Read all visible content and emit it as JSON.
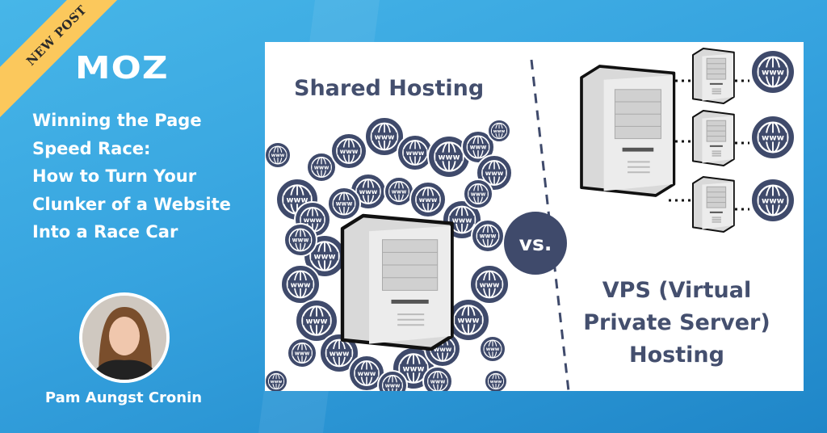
{
  "badge": "NEW POST",
  "brand": "MOZ",
  "post_title_lines": [
    "Winning the Page",
    "Speed Race:",
    "How to Turn Your",
    "Clunker of a Website",
    "Into a Race Car"
  ],
  "author": "Pam Aungst Cronin",
  "diagram": {
    "shared_label": "Shared Hosting",
    "vs_label": "vs.",
    "vps_label_lines": [
      "VPS  (Virtual",
      "Private Server)",
      "Hosting"
    ],
    "globe_label": "www"
  },
  "colors": {
    "background": "#36a3df",
    "ribbon": "#fbc85c",
    "globe": "#3f4a6b",
    "heading": "#444f6e"
  }
}
